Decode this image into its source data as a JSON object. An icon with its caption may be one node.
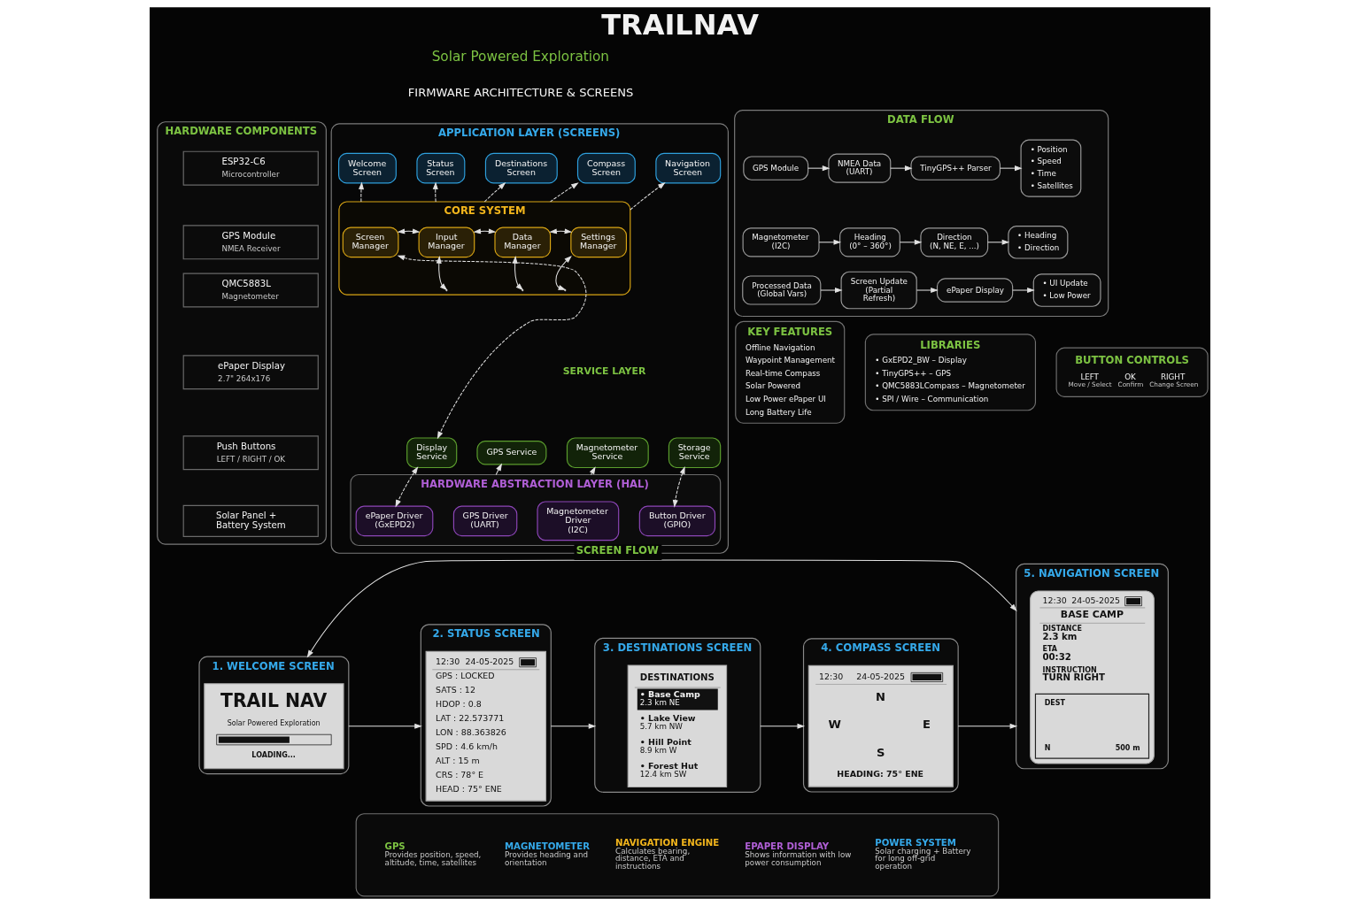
{
  "diagram": {
    "title": "TRAILNAV",
    "nodes": [
      {
        "text": [
          "HARDWARE COMPONENTS"
        ]
      },
      {
        "text": [
          "ESP32-C6",
          "Microcontroller"
        ],
        "in": 0
      },
      {
        "text": [
          "GPS Module",
          "NMEA Receiver"
        ],
        "in": 0
      },
      {
        "text": [
          "QMC5883L",
          "Magnetometer"
        ],
        "in": 0
      },
      {
        "text": [
          "ePaper Display",
          "2.7\" 264x176"
        ],
        "in": 0
      },
      {
        "text": [
          "Push Buttons",
          "LEFT / RIGHT / OK"
        ],
        "in": 0
      },
      {
        "text": [
          "Solar Panel + Battery System"
        ],
        "in": 0
      },
      {
        "text": [
          "APPLICATION LAYER (SCREENS)"
        ]
      },
      {
        "text": [
          "Welcome Screen"
        ],
        "in": 7
      },
      {
        "text": [
          "Status Screen"
        ],
        "in": 7
      },
      {
        "text": [
          "Destinations Screen"
        ],
        "in": 7
      },
      {
        "text": [
          "Compass Screen"
        ],
        "in": 7
      },
      {
        "text": [
          "Navigation Screen"
        ],
        "in": 7
      },
      {
        "text": [
          "CORE SYSTEM"
        ],
        "in": 7
      },
      {
        "text": [
          "Screen Manager"
        ],
        "in": 13
      },
      {
        "text": [
          "Input Manager"
        ],
        "in": 13
      },
      {
        "text": [
          "Data Manager"
        ],
        "in": 13
      },
      {
        "text": [
          "Settings Manager"
        ],
        "in": 13
      },
      {
        "text": [
          "Display Service"
        ],
        "in": 7
      },
      {
        "text": [
          "GPS Service"
        ],
        "in": 7
      },
      {
        "text": [
          "Magnetometer Service"
        ],
        "in": 7
      },
      {
        "text": [
          "Storage Service"
        ],
        "in": 7
      },
      {
        "text": [
          "HARDWARE ABSTRACTION LAYER (HAL)"
        ],
        "in": 7
      },
      {
        "text": [
          "ePaper Driver (GxEPD2)"
        ],
        "in": 22
      },
      {
        "text": [
          "GPS Driver (UART)"
        ],
        "in": 22
      },
      {
        "text": [
          "Magnetometer Driver (I2C)"
        ],
        "in": 22
      },
      {
        "text": [
          "Button Driver (GPIO)"
        ],
        "in": 22
      },
      {
        "text": [
          "DATA FLOW"
        ]
      },
      {
        "text": [
          "GPS Module"
        ],
        "in": 27
      },
      {
        "text": [
          "NMEA Data (UART)"
        ],
        "in": 27
      },
      {
        "text": [
          "TinyGPS++ Parser"
        ],
        "in": 27
      },
      {
        "text": [
          "• Position",
          "• Speed",
          "• Time",
          "• Satellites"
        ],
        "in": 27
      },
      {
        "text": [
          "Magnetometer (I2C)"
        ],
        "in": 27
      },
      {
        "text": [
          "Heading (0° – 360°)"
        ],
        "in": 27
      },
      {
        "text": [
          "Direction (N, NE, E, ...)"
        ],
        "in": 27
      },
      {
        "text": [
          "• Heading",
          "• Direction"
        ],
        "in": 27
      },
      {
        "text": [
          "Processed Data (Global Vars)"
        ],
        "in": 27
      },
      {
        "text": [
          "Screen Update (Partial Refresh)"
        ],
        "in": 27
      },
      {
        "text": [
          "ePaper Display"
        ],
        "in": 27
      },
      {
        "text": [
          "• UI Update",
          "• Low Power"
        ],
        "in": 27
      },
      {
        "text": [
          "KEY FEATURES",
          "Offline Navigation",
          "Waypoint Management",
          "Real-time Compass",
          "Solar Powered",
          "Low Power ePaper UI",
          "Long Battery Life"
        ]
      },
      {
        "text": [
          "LIBRARIES",
          "• GxEPD2_BW – Display",
          "• TinyGPS++ – GPS",
          "• QMC5883LCompass – Magnetometer",
          "• SPI / Wire – Communication"
        ]
      },
      {
        "text": [
          "BUTTON CONTROLS",
          "LEFT",
          "Move / Select",
          "OK",
          "Confirm",
          "RIGHT",
          "Change Screen"
        ]
      },
      {
        "text": [
          "1. WELCOME SCREEN"
        ]
      },
      {
        "text": [
          "TRAIL NAV",
          "Solar Powered Exploration",
          "LOADING..."
        ],
        "in": 43
      },
      {
        "text": [
          "2. STATUS SCREEN"
        ]
      },
      {
        "text": [
          "12:30",
          "24-05-2025",
          "GPS : LOCKED",
          "SATS : 12",
          "HDOP : 0.8",
          "LAT : 22.573771",
          "LON : 88.363826",
          "SPD : 4.6 km/h",
          "ALT : 15 m",
          "CRS : 78° E",
          "HEAD : 75° ENE"
        ],
        "in": 45
      },
      {
        "text": [
          "3. DESTINATIONS SCREEN"
        ]
      },
      {
        "text": [
          "DESTINATIONS",
          "• Base Camp",
          "2.3 km NE",
          "• Lake View",
          "5.7 km NW",
          "• Hill Point",
          "8.9 km W",
          "• Forest Hut",
          "12.4 km SW"
        ],
        "in": 47
      },
      {
        "text": [
          "4. COMPASS SCREEN"
        ]
      },
      {
        "text": [
          "12:30",
          "24-05-2025",
          "N",
          "W",
          "E",
          "S",
          "HEADING: 75° ENE"
        ],
        "in": 49
      },
      {
        "text": [
          "5. NAVIGATION SCREEN"
        ]
      },
      {
        "text": [
          "12:30",
          "24-05-2025",
          "BASE CAMP",
          "DISTANCE",
          "2.3 km",
          "ETA",
          "00:32",
          "INSTRUCTION",
          "TURN RIGHT"
        ],
        "in": 51
      },
      {
        "text": [
          "DEST",
          "N",
          "500 m"
        ],
        "in": 52
      },
      {
        "text": [
          "GPS",
          "Provides position, speed, altitude, time, satellites",
          "MAGNETOMETER",
          "Provides heading and orientation",
          "NAVIGATION ENGINE",
          "Calculates bearing, distance, ETA and instructions",
          "EPAPER DISPLAY",
          "Shows information with low power consumption",
          "POWER SYSTEM",
          "Solar charging + Battery for long off-grid operation"
        ]
      }
    ],
    "edges": [
      {
        "from": 13,
        "to": 8,
        "arrow": "to",
        "style": "dashed"
      },
      {
        "from": 13,
        "to": 9,
        "arrow": "to",
        "style": "dashed"
      },
      {
        "from": 13,
        "to": 10,
        "arrow": "to",
        "style": "dashed"
      },
      {
        "from": 13,
        "to": 11,
        "arrow": "to",
        "style": "dashed"
      },
      {
        "from": 13,
        "to": 12,
        "arrow": "to",
        "style": "dashed"
      },
      {
        "from": 14,
        "to": 15,
        "arrow": "both"
      },
      {
        "from": 15,
        "to": 16,
        "arrow": "both"
      },
      {
        "from": 16,
        "to": 17,
        "arrow": "both"
      },
      {
        "from": 14,
        "to": 18,
        "arrow": "both",
        "style": "dashed"
      },
      {
        "from": 15,
        "to": 13,
        "arrow": "both"
      },
      {
        "from": 16,
        "to": 13,
        "arrow": "both"
      },
      {
        "from": 17,
        "to": 13,
        "arrow": "both"
      },
      {
        "from": 22,
        "to": 19,
        "arrow": "to"
      },
      {
        "from": 22,
        "to": 20,
        "arrow": "to"
      },
      {
        "from": 18,
        "to": 23,
        "arrow": "both",
        "style": "dashed"
      },
      {
        "from": 21,
        "to": 26,
        "arrow": "both",
        "style": "dashed"
      },
      {
        "from": 28,
        "to": 29,
        "arrow": "to"
      },
      {
        "from": 29,
        "to": 30,
        "arrow": "to"
      },
      {
        "from": 30,
        "to": 31,
        "arrow": "to"
      },
      {
        "from": 32,
        "to": 33,
        "arrow": "to"
      },
      {
        "from": 33,
        "to": 34,
        "arrow": "to"
      },
      {
        "from": 34,
        "to": 35,
        "arrow": "to"
      },
      {
        "from": 36,
        "to": 37,
        "arrow": "to"
      },
      {
        "from": 37,
        "to": 38,
        "arrow": "to"
      },
      {
        "from": 38,
        "to": 39,
        "arrow": "to"
      },
      {
        "from": 43,
        "to": 45,
        "arrow": "to"
      },
      {
        "from": 45,
        "to": 47,
        "arrow": "to"
      },
      {
        "from": 47,
        "to": 49,
        "arrow": "to"
      },
      {
        "from": 49,
        "to": 51,
        "arrow": "to"
      },
      {
        "from": 43,
        "to": 51,
        "arrow": "both",
        "label": "SCREEN FLOW"
      }
    ],
    "labels": [
      "Solar Powered Exploration",
      "FIRMWARE ARCHITECTURE & SCREENS",
      "SERVICE LAYER"
    ]
  }
}
